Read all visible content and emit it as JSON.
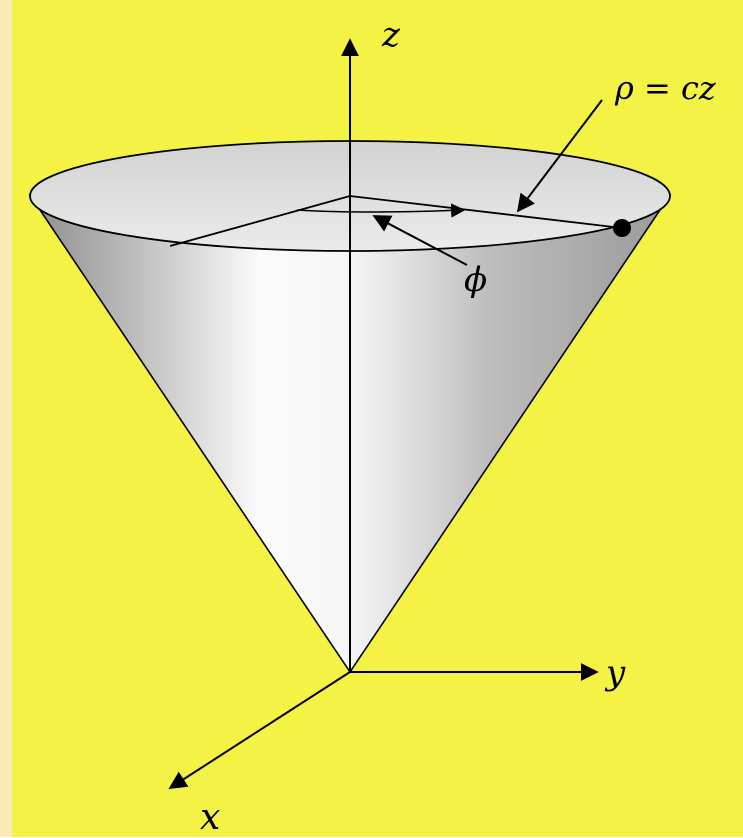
{
  "labels": {
    "z_axis": "z",
    "y_axis": "y",
    "x_axis": "x",
    "angle": "ϕ",
    "equation": "ρ = cz"
  },
  "colors": {
    "background": "#f4f245",
    "left_strip": "#fbe9b8",
    "cone_light": "#f7f7f7",
    "cone_dark": "#9c9c9c",
    "ink": "#000000"
  },
  "icons": {
    "point_marker": "filled-circle"
  }
}
